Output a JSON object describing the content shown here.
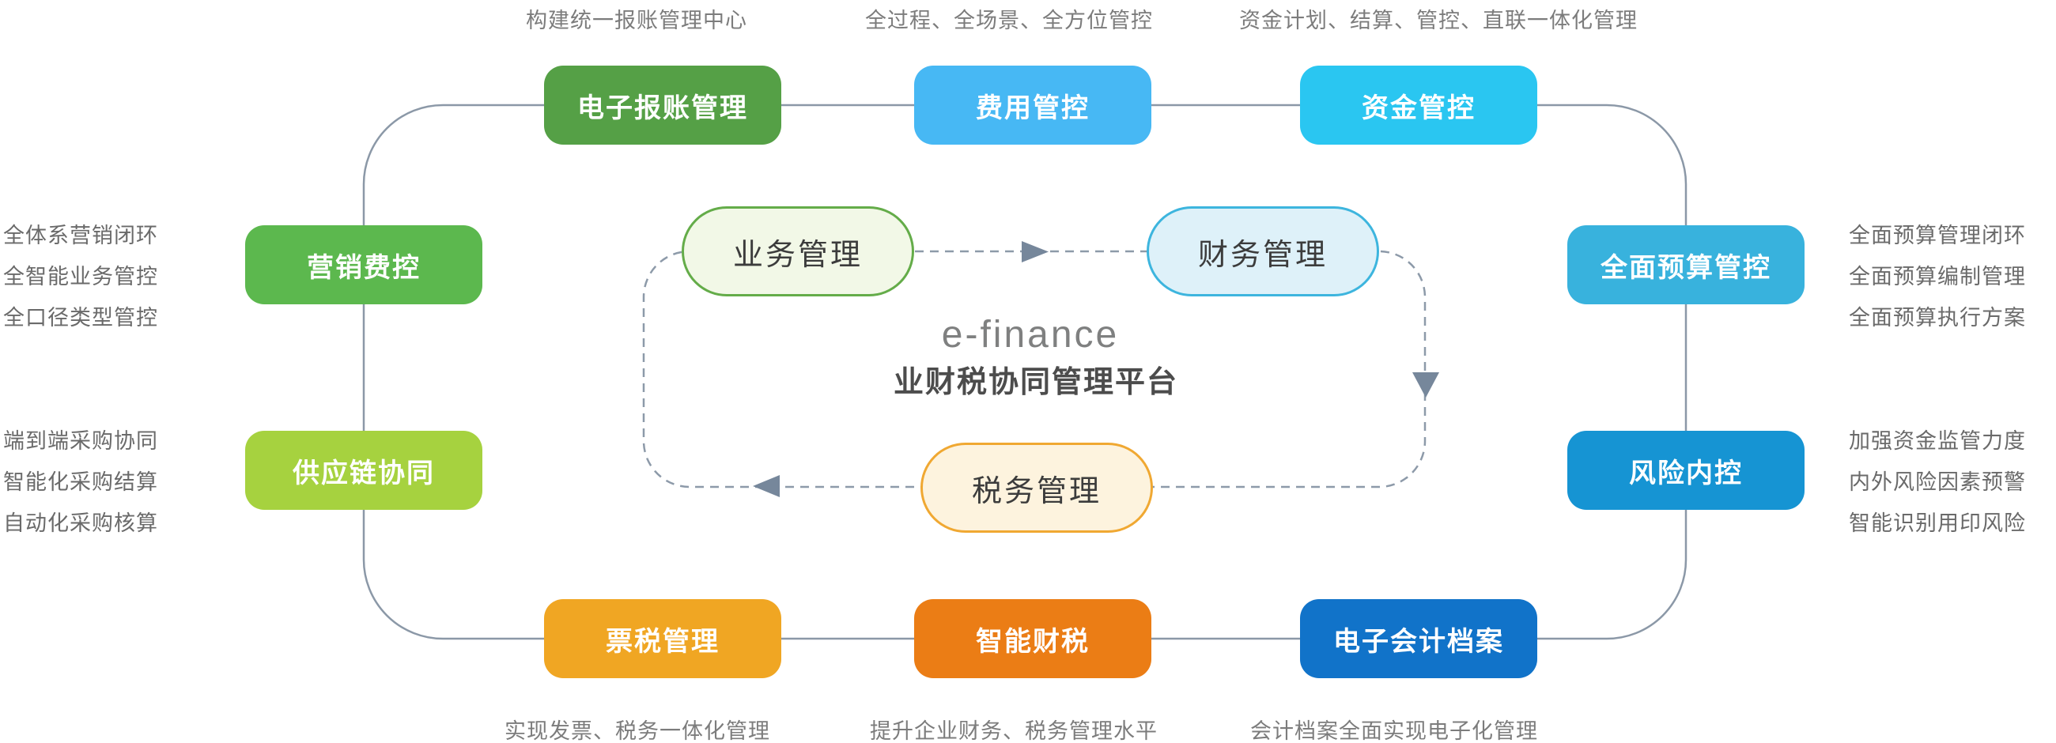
{
  "palette": {
    "connector_line": "#8b98a7",
    "dashed_line": "#8d9aa9",
    "arrow": "#76879b",
    "caption_text": "#7c7c7c",
    "point_text": "#6a6a6a",
    "box_text": "#ffffff"
  },
  "center": {
    "brand": "e-finance",
    "platform_title": "业财税协同管理平台",
    "nodes": [
      {
        "label": "业务管理",
        "fill": "#f2f8e7",
        "border": "#64ac49"
      },
      {
        "label": "财务管理",
        "fill": "#def1f9",
        "border": "#3db5de"
      },
      {
        "label": "税务管理",
        "fill": "#fdf3de",
        "border": "#f0a832"
      }
    ]
  },
  "modules": {
    "top": [
      {
        "label": "电子报账管理",
        "caption": "构建统一报账管理中心",
        "color": "#55a046"
      },
      {
        "label": "费用管控",
        "caption": "全过程、全场景、全方位管控",
        "color": "#47b8f4"
      },
      {
        "label": "资金管控",
        "caption": "资金计划、结算、管控、直联一体化管理",
        "color": "#2ac6f1"
      }
    ],
    "left": [
      {
        "label": "营销费控",
        "color": "#5cb84e",
        "points": [
          "全体系营销闭环",
          "全智能业务管控",
          "全口径类型管控"
        ]
      },
      {
        "label": "供应链协同",
        "color": "#a6d23f",
        "points": [
          "端到端采购协同",
          "智能化采购结算",
          "自动化采购核算"
        ]
      }
    ],
    "right": [
      {
        "label": "全面预算管控",
        "color": "#38b2dd",
        "points": [
          "全面预算管理闭环",
          "全面预算编制管理",
          "全面预算执行方案"
        ]
      },
      {
        "label": "风险内控",
        "color": "#1694d3",
        "points": [
          "加强资金监管力度",
          "内外风险因素预警",
          "智能识别用印风险"
        ]
      }
    ],
    "bottom": [
      {
        "label": "票税管理",
        "caption": "实现发票、税务一体化管理",
        "color": "#f0a623"
      },
      {
        "label": "智能财税",
        "caption": "提升企业财务、税务管理水平",
        "color": "#eb7d15"
      },
      {
        "label": "电子会计档案",
        "caption": "会计档案全面实现电子化管理",
        "color": "#1173c9"
      }
    ]
  }
}
